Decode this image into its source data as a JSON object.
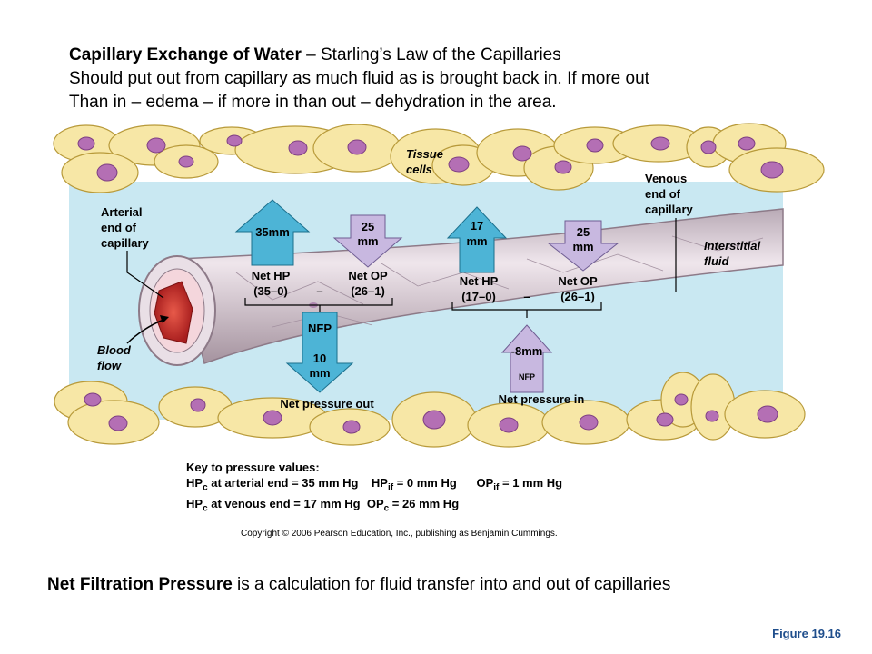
{
  "heading": {
    "line1_bold": "Capillary Exchange of Water",
    "line1_rest": " – Starling’s Law of the Capillaries",
    "line2": "Should put out from capillary as much fluid as is brought back in.  If more out",
    "line3": "Than in – edema – if more in than out – dehydration in the area."
  },
  "labels": {
    "tissue_cells": [
      "Tissue",
      "cells"
    ],
    "venous_end": [
      "Venous",
      "end of",
      "capillary"
    ],
    "arterial_end": [
      "Arterial",
      "end of",
      "capillary"
    ],
    "interstitial": [
      "Interstitial",
      "fluid"
    ],
    "blood_flow": [
      "Blood",
      "flow"
    ]
  },
  "arterial": {
    "hp_value": "35mm",
    "op_value": [
      "25",
      "mm"
    ],
    "net_hp": [
      "Net HP",
      "(35–0)"
    ],
    "net_op": [
      "Net OP",
      "(26–1)"
    ],
    "minus": "–",
    "nfp_label": "NFP",
    "nfp_value": [
      "10",
      "mm"
    ],
    "result": "Net pressure out"
  },
  "venous": {
    "hp_value": [
      "17",
      "mm"
    ],
    "op_value": [
      "25",
      "mm"
    ],
    "net_hp": [
      "Net HP",
      "(17–0)"
    ],
    "net_op": [
      "Net OP",
      "(26–1)"
    ],
    "minus": "–",
    "nfp_value": "-8mm",
    "nfp_label": "NFP",
    "result": "Net pressure in"
  },
  "key": {
    "title": "Key to pressure values:",
    "r1_hp": "HP",
    "r1_sub": "c",
    "r1_text": " at arterial end = 35 mm Hg",
    "r1b_hp": "HP",
    "r1b_sub": "if",
    "r1b_text": " = 0 mm Hg",
    "r1c_op": "OP",
    "r1c_sub": "if",
    "r1c_text": " = 1 mm Hg",
    "r2_hp": "HP",
    "r2_sub": "c",
    "r2_text": " at venous end = 17 mm Hg",
    "r2b_op": "OP",
    "r2b_sub": "c",
    "r2b_text": " = 26 mm Hg"
  },
  "copyright": "Copyright © 2006 Pearson Education, Inc., publishing as Benjamin Cummings.",
  "footer": {
    "bold": "Net Filtration Pressure",
    "rest": " is a calculation for fluid transfer into and out of capillaries"
  },
  "figure": "Figure 19.16",
  "colors": {
    "interstitial_bg": "#c9e8f2",
    "tissue_cell": "#f7e7a6",
    "nucleus": "#b46fb4",
    "up_arrow": "#4db4d6",
    "down_arrow": "#c8b8e0",
    "capillary": "#d9cdd6"
  }
}
